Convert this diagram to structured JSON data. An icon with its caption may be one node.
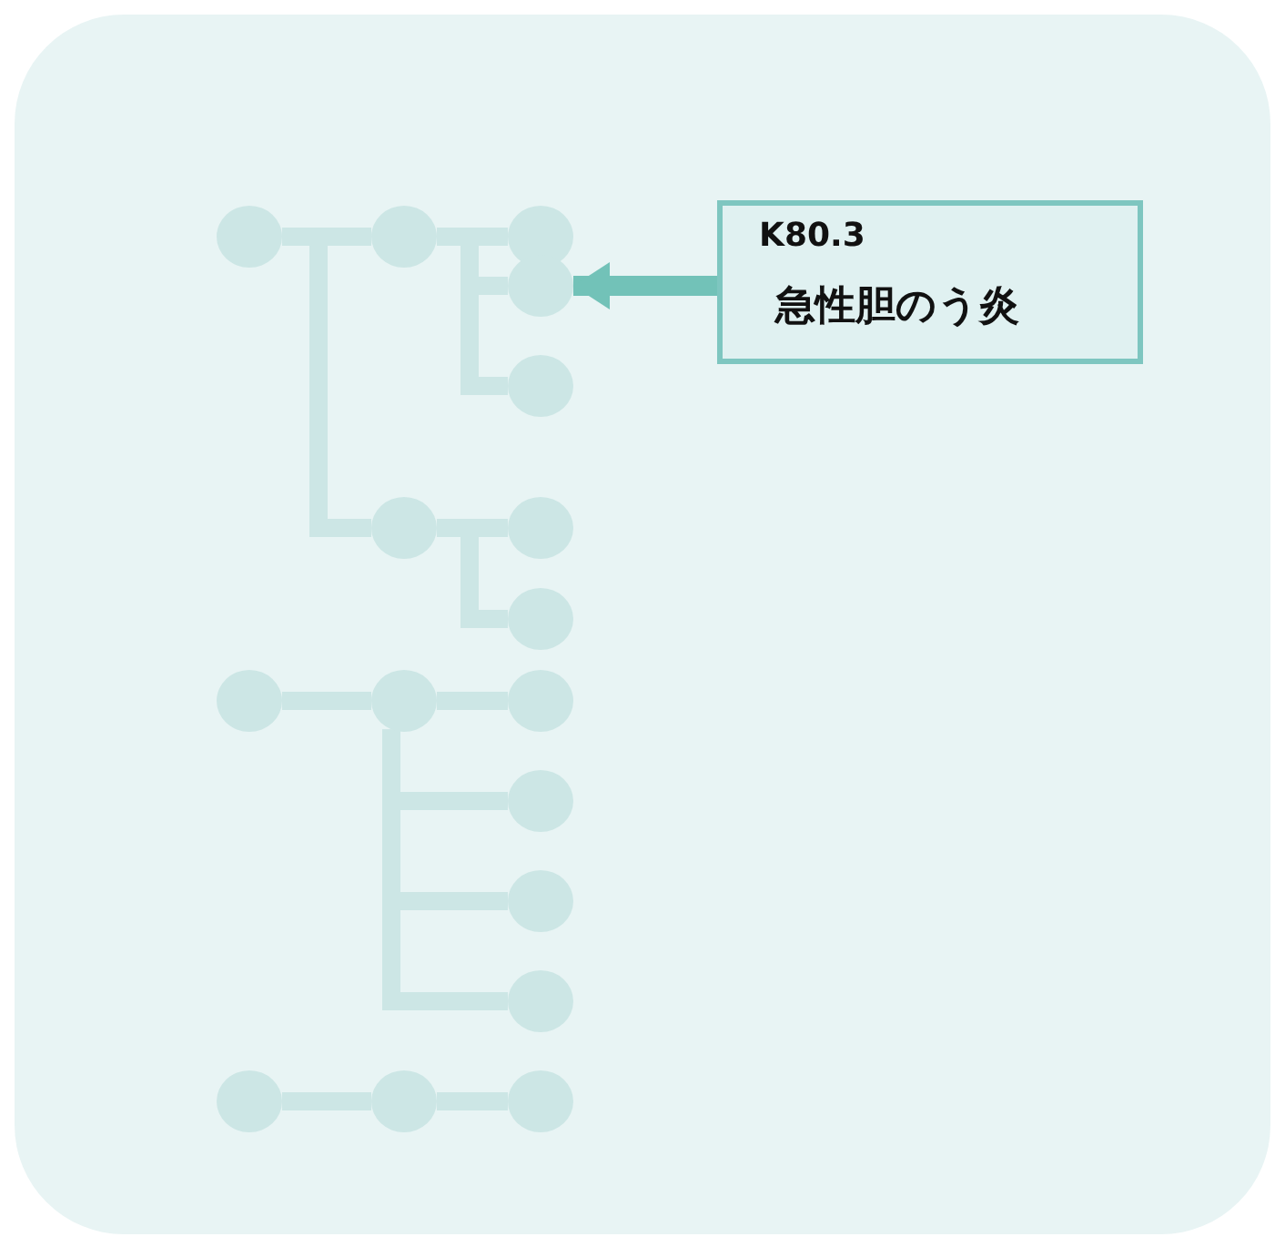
{
  "diagram": {
    "nodes": [
      {
        "text": [],
        "shape": "circle"
      },
      {
        "text": [],
        "shape": "circle"
      },
      {
        "text": [],
        "shape": "circle"
      },
      {
        "text": [],
        "shape": "circle"
      },
      {
        "text": [
          "K80.3",
          "急性胆のう炎"
        ]
      },
      {
        "text": [],
        "shape": "circle"
      },
      {
        "text": [],
        "shape": "circle"
      },
      {
        "text": [],
        "shape": "circle"
      },
      {
        "text": [],
        "shape": "circle"
      },
      {
        "text": [],
        "shape": "circle"
      },
      {
        "text": [],
        "shape": "circle"
      },
      {
        "text": [],
        "shape": "circle"
      },
      {
        "text": [],
        "shape": "circle"
      },
      {
        "text": [],
        "shape": "circle"
      },
      {
        "text": [],
        "shape": "circle"
      },
      {
        "text": [],
        "shape": "circle"
      },
      {
        "text": [],
        "shape": "circle"
      },
      {
        "text": [],
        "shape": "circle"
      }
    ],
    "edges": [
      {
        "from": 0,
        "to": 1,
        "arrow": "none"
      },
      {
        "from": 0,
        "to": 6,
        "arrow": "none"
      },
      {
        "from": 1,
        "to": 2,
        "arrow": "none"
      },
      {
        "from": 1,
        "to": 3,
        "arrow": "none"
      },
      {
        "from": 1,
        "to": 5,
        "arrow": "none"
      },
      {
        "from": 6,
        "to": 7,
        "arrow": "none"
      },
      {
        "from": 6,
        "to": 8,
        "arrow": "none"
      },
      {
        "from": 9,
        "to": 10,
        "arrow": "none"
      },
      {
        "from": 10,
        "to": 11,
        "arrow": "none"
      },
      {
        "from": 10,
        "to": 12,
        "arrow": "none"
      },
      {
        "from": 10,
        "to": 13,
        "arrow": "none"
      },
      {
        "from": 10,
        "to": 14,
        "arrow": "none"
      },
      {
        "from": 15,
        "to": 16,
        "arrow": "none"
      },
      {
        "from": 16,
        "to": 17,
        "arrow": "none"
      },
      {
        "from": 4,
        "to": 3,
        "arrow": "to",
        "color": "#72c2b8"
      }
    ]
  }
}
